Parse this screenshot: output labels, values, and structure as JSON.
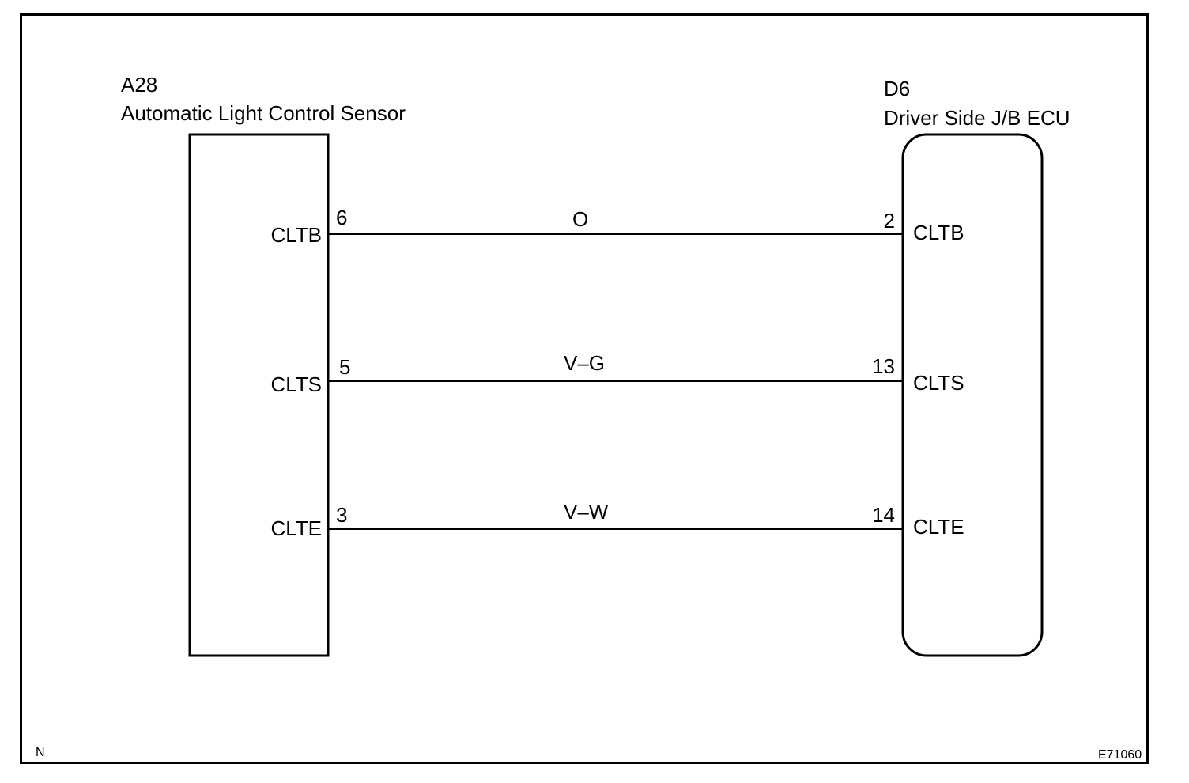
{
  "left_component": {
    "code": "A28",
    "name": "Automatic Light Control Sensor"
  },
  "right_component": {
    "code": "D6",
    "name": "Driver Side J/B ECU"
  },
  "wires": [
    {
      "left_terminal": "CLTB",
      "left_pin": "6",
      "color": "O",
      "right_pin": "2",
      "right_terminal": "CLTB"
    },
    {
      "left_terminal": "CLTS",
      "left_pin": "5",
      "color": "V–G",
      "right_pin": "13",
      "right_terminal": "CLTS"
    },
    {
      "left_terminal": "CLTE",
      "left_pin": "3",
      "color": "V–W",
      "right_pin": "14",
      "right_terminal": "CLTE"
    }
  ],
  "footer": {
    "corner_mark": "N",
    "figure_id": "E71060"
  }
}
